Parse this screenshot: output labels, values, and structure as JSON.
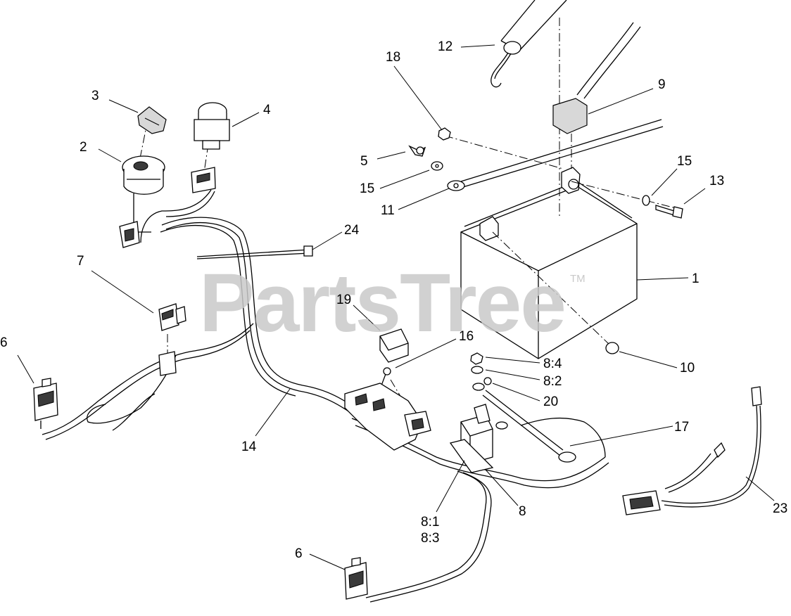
{
  "watermark": {
    "text": "PartsTree",
    "trademark": "TM"
  },
  "callouts": [
    {
      "id": "c1",
      "text": "1"
    },
    {
      "id": "c2",
      "text": "2"
    },
    {
      "id": "c3",
      "text": "3"
    },
    {
      "id": "c4",
      "text": "4"
    },
    {
      "id": "c5",
      "text": "5"
    },
    {
      "id": "c6a",
      "text": "6"
    },
    {
      "id": "c6b",
      "text": "6"
    },
    {
      "id": "c7",
      "text": "7"
    },
    {
      "id": "c8",
      "text": "8"
    },
    {
      "id": "c8_1",
      "text": "8:1"
    },
    {
      "id": "c8_3",
      "text": "8:3"
    },
    {
      "id": "c8_2",
      "text": "8:2"
    },
    {
      "id": "c8_4",
      "text": "8:4"
    },
    {
      "id": "c9",
      "text": "9"
    },
    {
      "id": "c10",
      "text": "10"
    },
    {
      "id": "c11",
      "text": "11"
    },
    {
      "id": "c12",
      "text": "12"
    },
    {
      "id": "c13",
      "text": "13"
    },
    {
      "id": "c14",
      "text": "14"
    },
    {
      "id": "c15a",
      "text": "15"
    },
    {
      "id": "c15b",
      "text": "15"
    },
    {
      "id": "c16",
      "text": "16"
    },
    {
      "id": "c17",
      "text": "17"
    },
    {
      "id": "c18",
      "text": "18"
    },
    {
      "id": "c19",
      "text": "19"
    },
    {
      "id": "c20",
      "text": "20"
    },
    {
      "id": "c23",
      "text": "23"
    },
    {
      "id": "c24",
      "text": "24"
    }
  ]
}
